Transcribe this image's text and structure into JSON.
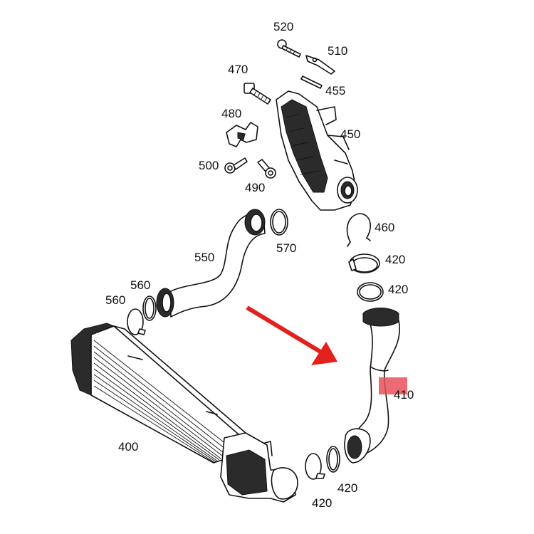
{
  "parts": [
    {
      "id": "p400",
      "number": "400"
    },
    {
      "id": "p410",
      "number": "410"
    },
    {
      "id": "p420a",
      "number": "420"
    },
    {
      "id": "p420b",
      "number": "420"
    },
    {
      "id": "p420c",
      "number": "420"
    },
    {
      "id": "p420d",
      "number": "420"
    },
    {
      "id": "p450",
      "number": "450"
    },
    {
      "id": "p455",
      "number": "455"
    },
    {
      "id": "p460",
      "number": "460"
    },
    {
      "id": "p470",
      "number": "470"
    },
    {
      "id": "p480",
      "number": "480"
    },
    {
      "id": "p490",
      "number": "490"
    },
    {
      "id": "p500",
      "number": "500"
    },
    {
      "id": "p510",
      "number": "510"
    },
    {
      "id": "p520",
      "number": "520"
    },
    {
      "id": "p550",
      "number": "550"
    },
    {
      "id": "p560a",
      "number": "560"
    },
    {
      "id": "p560b",
      "number": "560"
    },
    {
      "id": "p570",
      "number": "570"
    }
  ],
  "colors": {
    "arrow": "#e3201b",
    "highlight": "#e8505b",
    "line": "#111111"
  }
}
